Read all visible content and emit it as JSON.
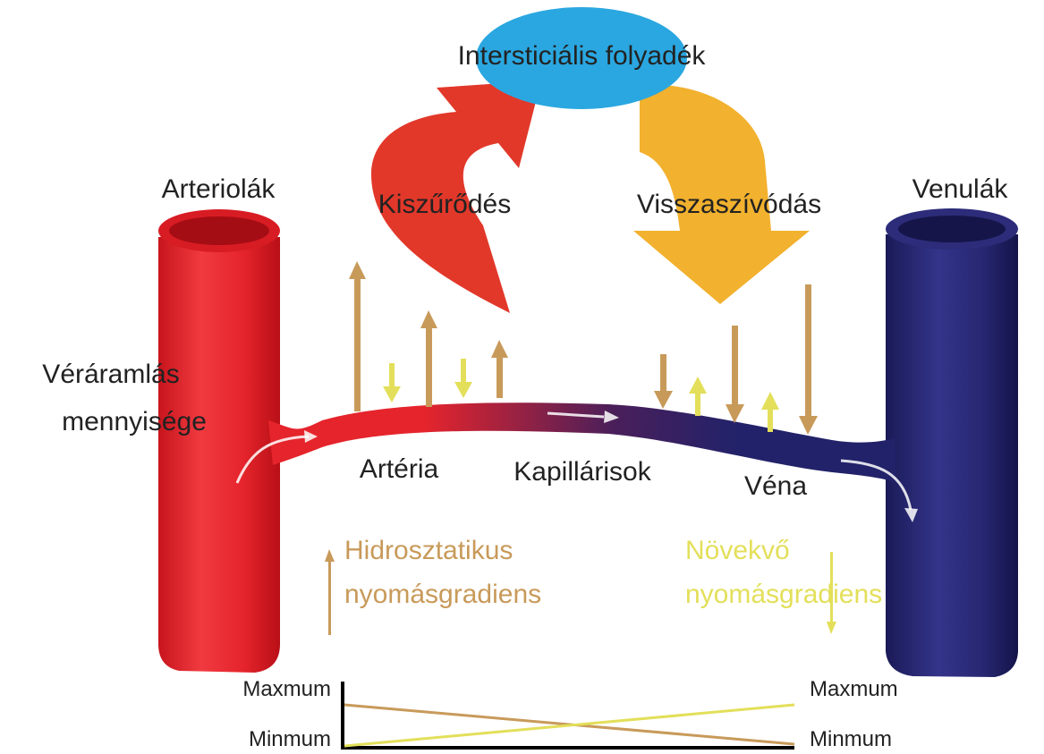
{
  "labels": {
    "interstitial": "Intersticiális folyadék",
    "filtration": "Kiszűrődés",
    "reabsorption": "Visszaszívódás",
    "arterioles": "Arteriolák",
    "venules": "Venulák",
    "blood_flow_line1": "Véráramlás",
    "blood_flow_line2": "mennyisége",
    "artery": "Artéria",
    "capillaries": "Kapillárisok",
    "vein": "Véna",
    "hydrostatic_line1": "Hidrosztatikus",
    "hydrostatic_line2": "nyomásgradiens",
    "increasing_line1": "Növekvő",
    "increasing_line2": "nyomásgradiens"
  },
  "gradient_plot": {
    "y_max_label_left": "Maxmum",
    "y_min_label_left": "Minmum",
    "y_max_label_right": "Maxmum",
    "y_min_label_right": "Minmum"
  },
  "colors": {
    "arteriole_red": "#e5242c",
    "venule_blue": "#23236e",
    "interstitial_blue": "#2aa7e0",
    "filtration_red": "#e2382a",
    "reabsorption_orange": "#f2b12e",
    "hydrostatic_tan": "#c89a5a",
    "oncotic_yellow": "#e3df5a"
  }
}
